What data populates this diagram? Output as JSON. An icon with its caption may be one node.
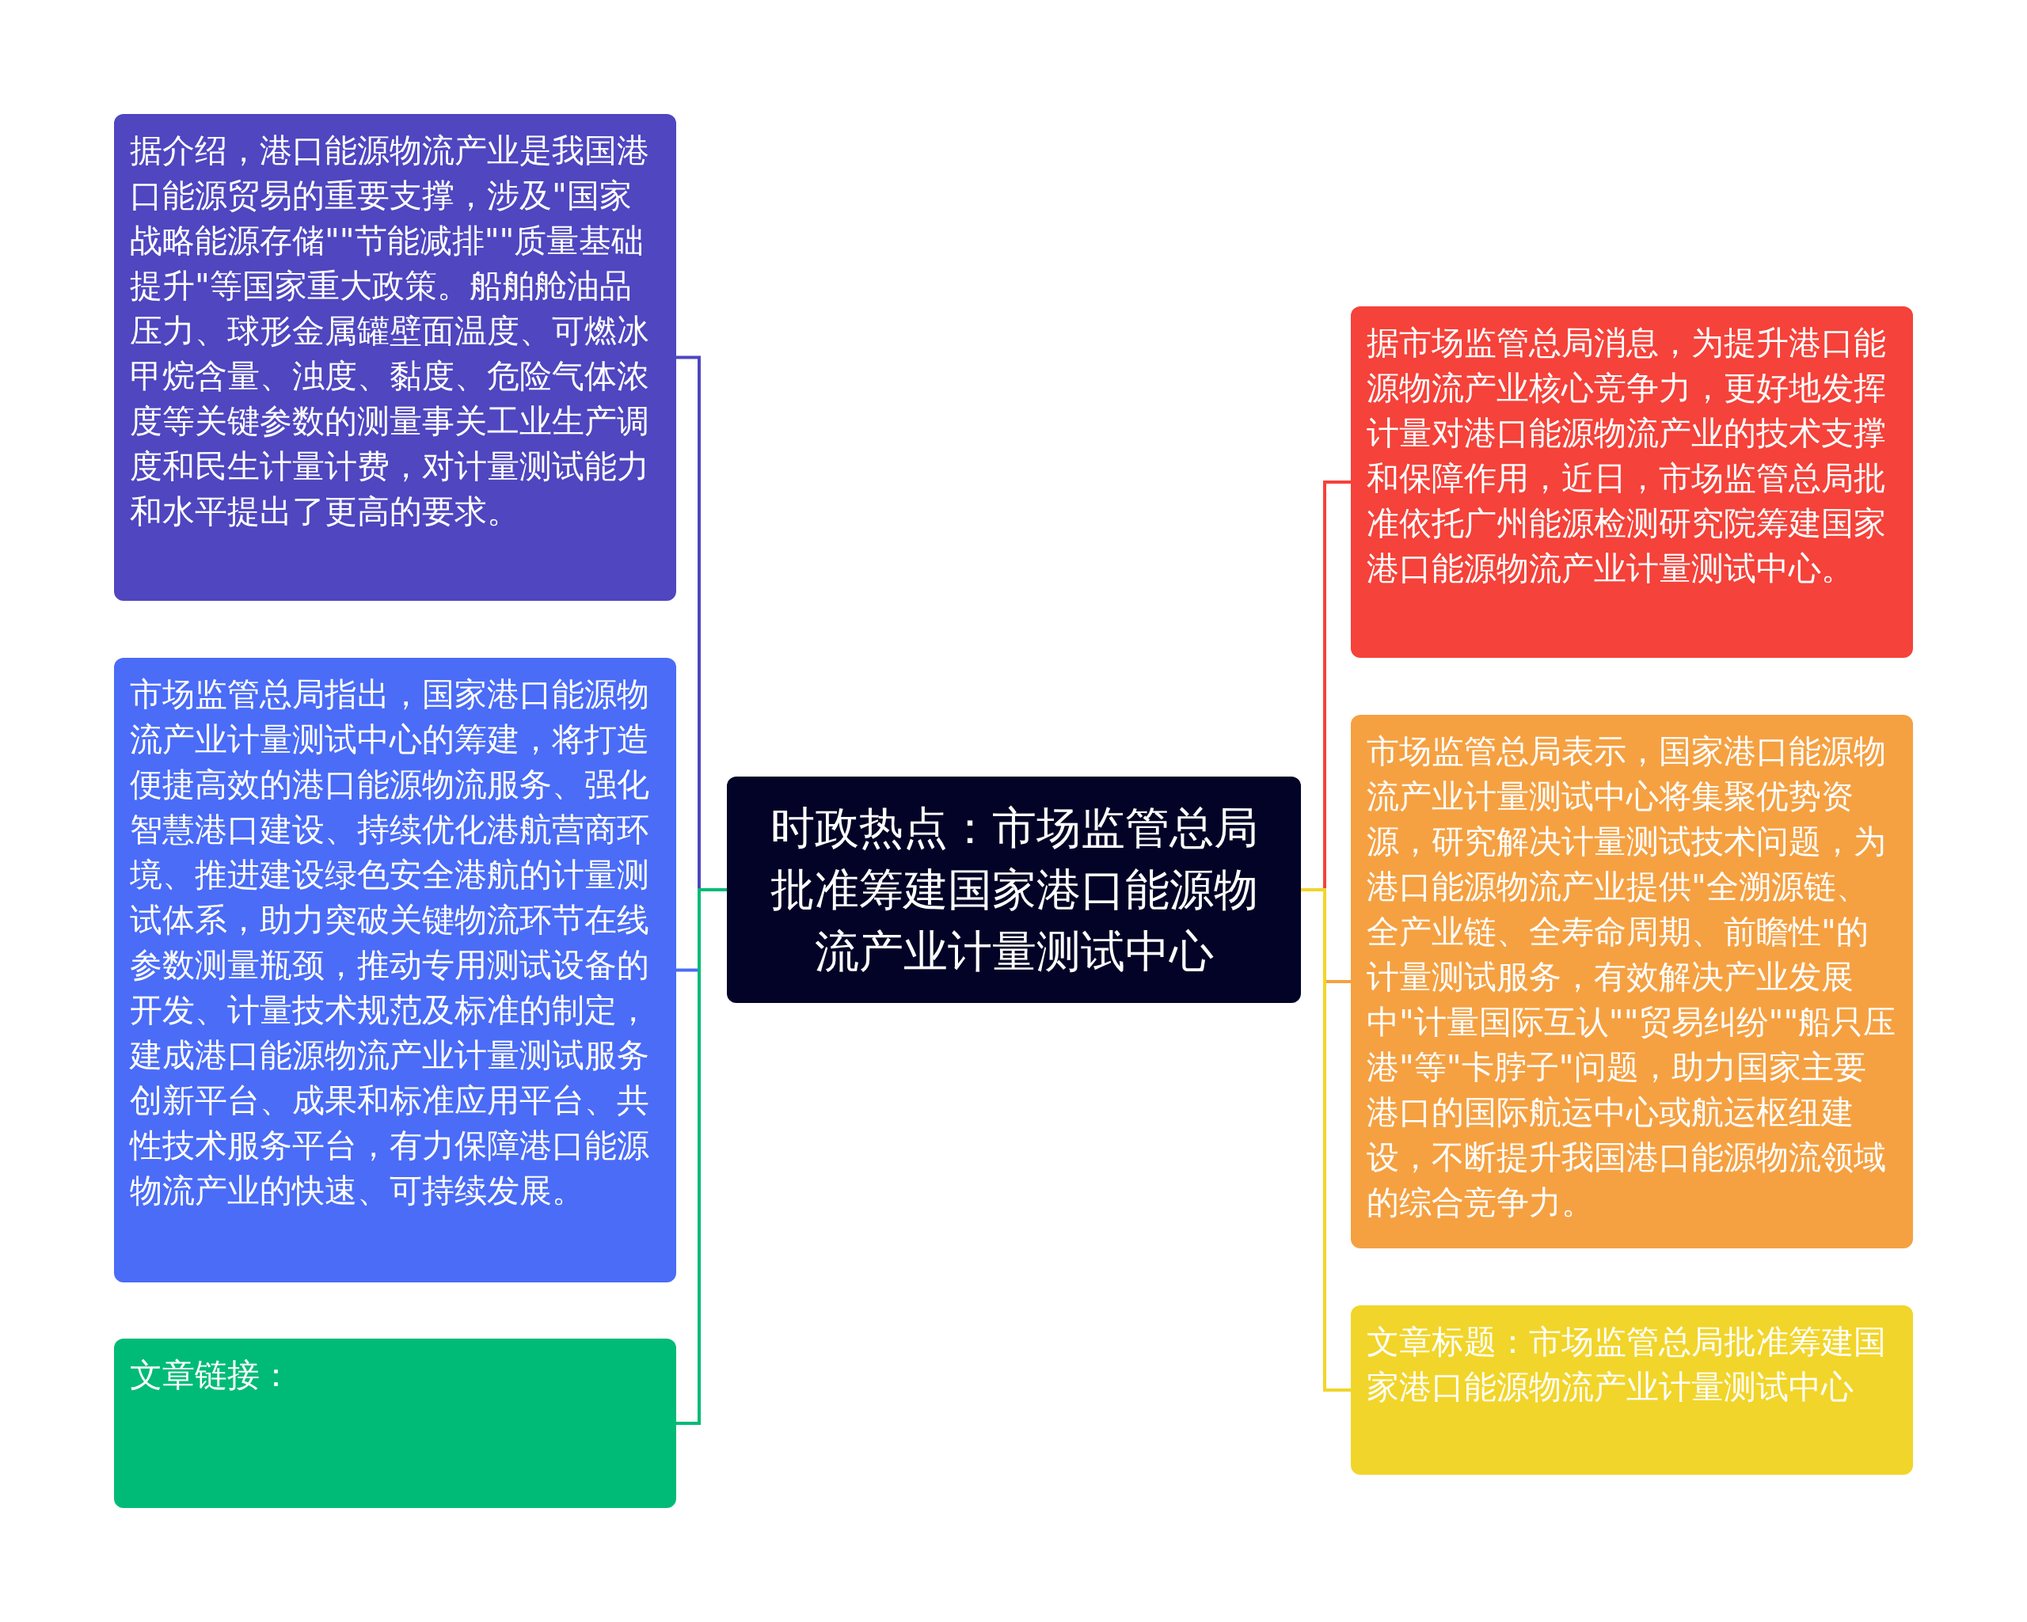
{
  "diagram": {
    "nodes": [
      {
        "text": [
          "时政热点：市场监管总局批准筹建国家港口能源物流产业计量测试中心"
        ]
      },
      {
        "text": [
          "据介绍，港口能源物流产业是我国港口能源贸易的重要支撑，涉及\"国家战略能源存储\"\"节能减排\"\"质量基础提升\"等国家重大政策。船舶舱油品压力、球形金属罐壁面温度、可燃冰甲烷含量、浊度、黏度、危险气体浓度等关键参数的测量事关工业生产调度和民生计量计费，对计量测试能力和水平提出了更高的要求。"
        ]
      },
      {
        "text": [
          "市场监管总局指出，国家港口能源物流产业计量测试中心的筹建，将打造便捷高效的港口能源物流服务、强化智慧港口建设、持续优化港航营商环境、推进建设绿色安全港航的计量测试体系，助力突破关键物流环节在线参数测量瓶颈，推动专用测试设备的开发、计量技术规范及标准的制定，建成港口能源物流产业计量测试服务创新平台、成果和标准应用平台、共性技术服务平台，有力保障港口能源物流产业的快速、可持续发展。"
        ]
      },
      {
        "text": [
          "文章链接："
        ]
      },
      {
        "text": [
          "据市场监管总局消息，为提升港口能源物流产业核心竞争力，更好地发挥计量对港口能源物流产业的技术支撑和保障作用，近日，市场监管总局批准依托广州能源检测研究院筹建国家港口能源物流产业计量测试中心。"
        ]
      },
      {
        "text": [
          "市场监管总局表示，国家港口能源物流产业计量测试中心将集聚优势资源，研究解决计量测试技术问题，为港口能源物流产业提供\"全溯源链、全产业链、全寿命周期、前瞻性\"的计量测试服务，有效解决产业发展中\"计量国际互认\"\"贸易纠纷\"\"船只压港\"等\"卡脖子\"问题，助力国家主要港口的国际航运中心或航运枢纽建设，不断提升我国港口能源物流领域的综合竞争力。"
        ]
      },
      {
        "text": [
          "文章标题：市场监管总局批准筹建国家港口能源物流产业计量测试中心"
        ]
      }
    ],
    "edges": [
      {
        "from": 0,
        "to": 1,
        "arrow": "none",
        "color": "#4f46c0"
      },
      {
        "from": 0,
        "to": 2,
        "arrow": "none",
        "color": "#4a6cf7"
      },
      {
        "from": 0,
        "to": 3,
        "arrow": "none",
        "color": "#00bb77"
      },
      {
        "from": 0,
        "to": 4,
        "arrow": "none",
        "color": "#f5423a"
      },
      {
        "from": 0,
        "to": 5,
        "arrow": "none",
        "color": "#f5a142"
      },
      {
        "from": 0,
        "to": 6,
        "arrow": "none",
        "color": "#f2d52a"
      }
    ]
  }
}
